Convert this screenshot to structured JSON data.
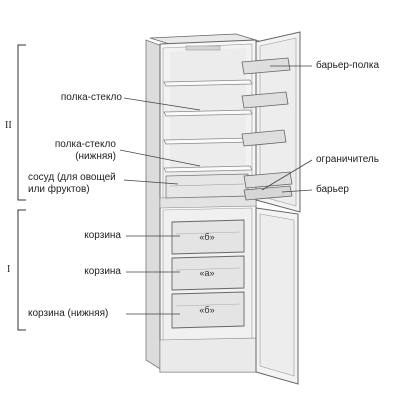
{
  "section_labels": {
    "upper": "II",
    "lower": "I"
  },
  "labels": {
    "barrier_shelf": "барьер-полка",
    "glass_shelf": "полка-стекло",
    "glass_shelf_lower": "полка-стекло\n(нижняя)",
    "crisper": "сосуд (для овощей\nили фруктов)",
    "limiter": "ограничитель",
    "barrier": "барьер",
    "basket_1": "корзина",
    "basket_2": "корзина",
    "basket_lower": "корзина (нижняя)"
  },
  "basket_badges": {
    "top": "«б»",
    "middle": "«а»",
    "bottom": "«б»"
  }
}
